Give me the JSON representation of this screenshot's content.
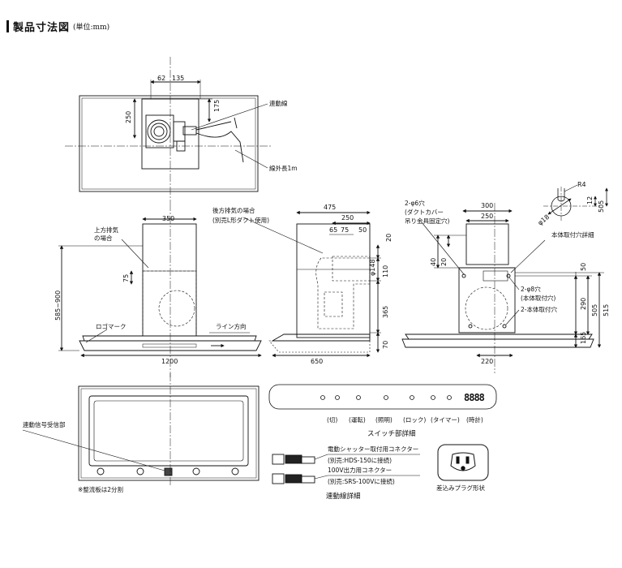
{
  "header": {
    "title": "製品寸法図",
    "unit": "(単位:mm)"
  },
  "top_view": {
    "dims": {
      "d62": "62",
      "d135": "135",
      "d250": "250",
      "d175": "175"
    },
    "labels": {
      "cord": "連動線",
      "cord_length": "線外長1m"
    }
  },
  "front_view": {
    "dims": {
      "w350": "350",
      "h75": "75",
      "h585": "585~900",
      "w1200": "1200"
    },
    "labels": {
      "top_exhaust_1": "上方排気",
      "top_exhaust_2": "の場合",
      "logo_mark": "ロゴマーク",
      "line_direction": "ライン方向"
    }
  },
  "side_view": {
    "dims": {
      "w475": "475",
      "w250": "250",
      "w65": "65",
      "w75": "75",
      "w50": "50",
      "h20": "20",
      "d148": "φ148",
      "h110": "110",
      "h365": "365",
      "h70": "70",
      "w650": "650"
    },
    "labels": {
      "rear_exhaust_1": "後方排気の場合",
      "rear_exhaust_2": "(別売L形ダクト使用)"
    }
  },
  "back_view": {
    "dims": {
      "w300": "300",
      "w250": "250",
      "h40": "40",
      "h20": "20",
      "h50": "50",
      "h290": "290",
      "h505": "505",
      "h515": "515",
      "h165": "165",
      "w220": "220"
    },
    "labels": {
      "hole6_1": "2-φ6穴",
      "hole6_2": "(ダクトカバー",
      "hole6_3": "吊り金具固定穴)",
      "mount_detail": "本体取付穴詳細",
      "hole8_1": "2-φ8穴",
      "hole8_2": "(本体取付穴)",
      "hole8_3": "2-本体取付穴"
    }
  },
  "hole_detail": {
    "dims": {
      "r4": "R4",
      "d18": "φ18",
      "h12": "12",
      "h505": "505"
    }
  },
  "bottom_view": {
    "labels": {
      "receiver": "連動信号受信部",
      "note": "※整流板は2分割"
    }
  },
  "switch_panel": {
    "buttons": [
      "(切)",
      "(運転)",
      "(照明)",
      "(ロック)",
      "(タイマー)",
      "(時計)"
    ],
    "display": "8888",
    "caption": "スイッチ部詳細"
  },
  "cord_detail": {
    "conn1_1": "電動シャッター取付用コネクター",
    "conn1_2": "(別売:HDS-150に接続)",
    "conn2_1": "100V出力用コネクター",
    "conn2_2": "(別売:SRS-100Vに接続)",
    "caption": "連動線詳細"
  },
  "plug": {
    "caption": "差込みプラグ形状"
  }
}
